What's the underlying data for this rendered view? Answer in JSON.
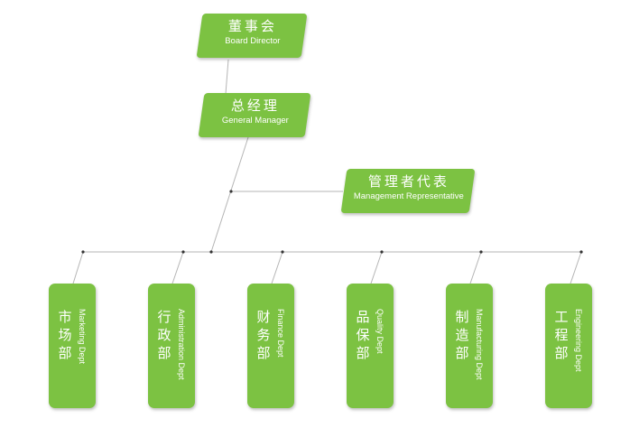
{
  "board": {
    "cn": "董事会",
    "en": "Board Director"
  },
  "gm": {
    "cn": "总经理",
    "en": "General Manager"
  },
  "rep": {
    "cn": "管理者代表",
    "en": "Management Representative"
  },
  "departments": [
    {
      "cn": "市场部",
      "en": "Marketing Dept"
    },
    {
      "cn": "行政部",
      "en": "Administration Dept"
    },
    {
      "cn": "财务部",
      "en": "Finance Dept"
    },
    {
      "cn": "品保部",
      "en": "Quality Dept"
    },
    {
      "cn": "制造部",
      "en": "Manufacturing Dept"
    },
    {
      "cn": "工程部",
      "en": "Engineering Dept"
    }
  ],
  "colors": {
    "box": "#7cc242",
    "line": "#b0b0b0",
    "node": "#333333"
  }
}
